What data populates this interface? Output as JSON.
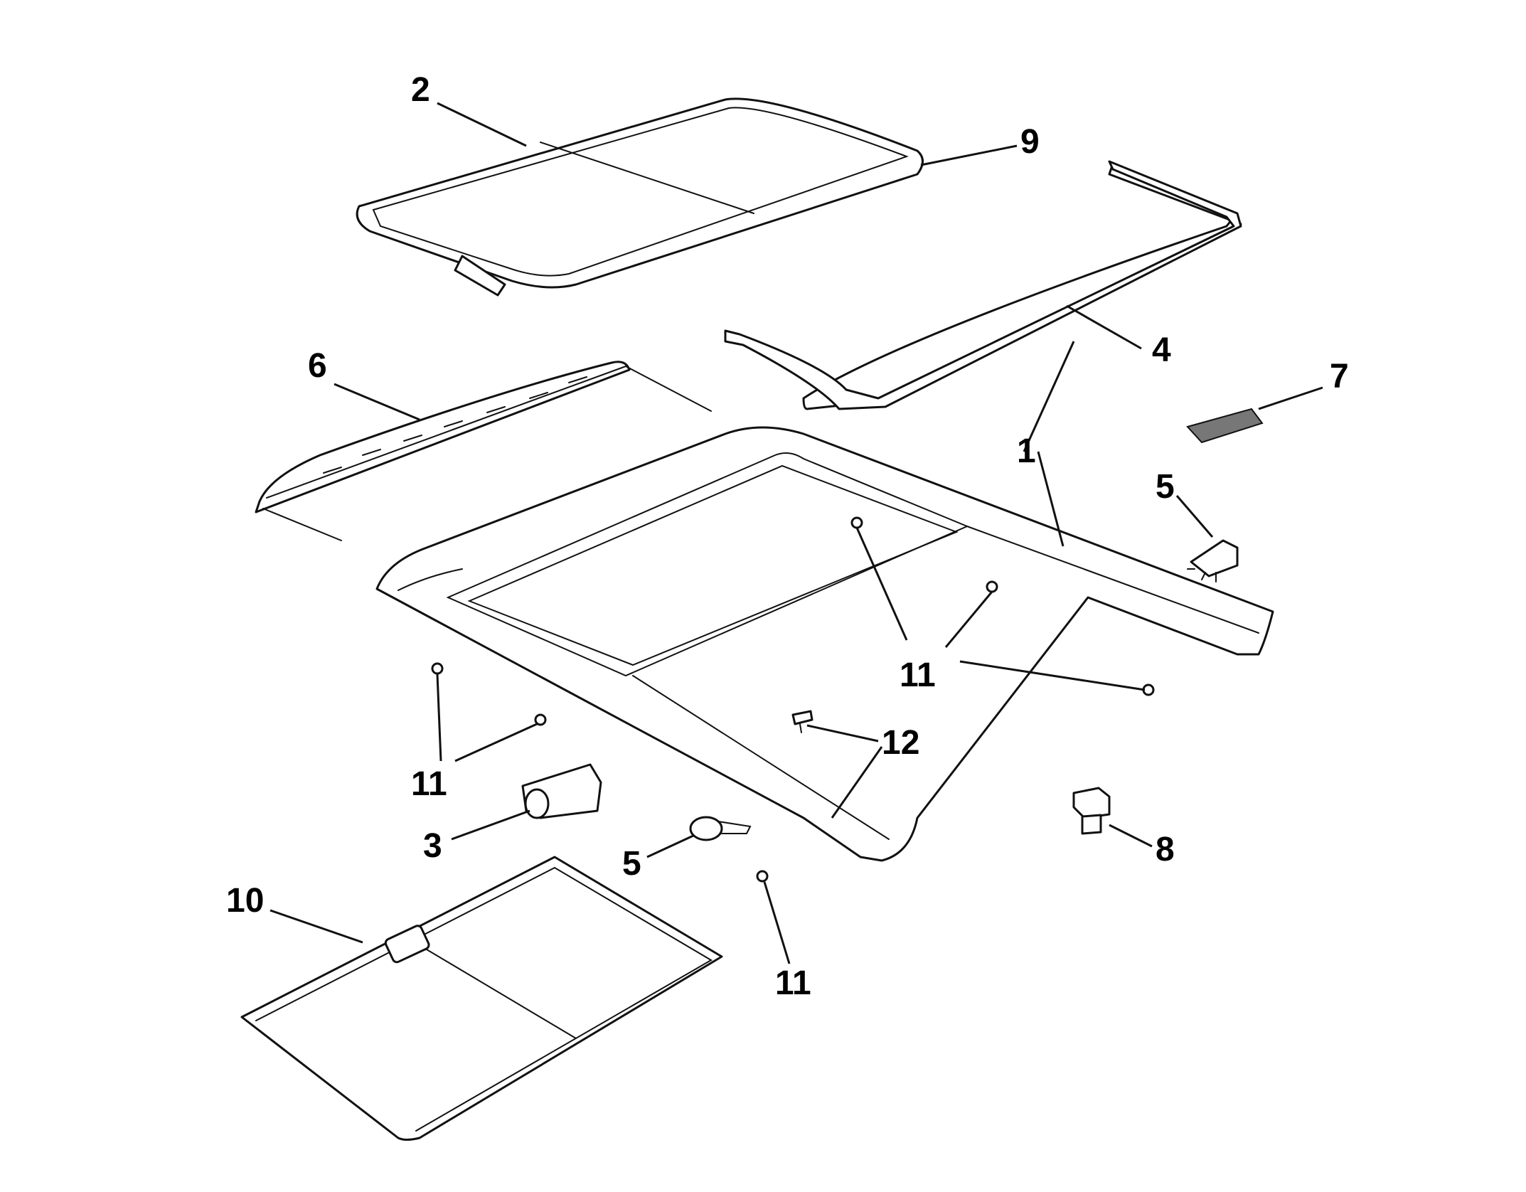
{
  "diagram": {
    "type": "exploded-parts-view",
    "callouts": {
      "c1": "1",
      "c2": "2",
      "c3": "3",
      "c4": "4",
      "c5a": "5",
      "c5b": "5",
      "c6": "6",
      "c7": "7",
      "c8": "8",
      "c9": "9",
      "c10": "10",
      "c11a": "11",
      "c11b": "11",
      "c11c": "11",
      "c12": "12"
    }
  }
}
